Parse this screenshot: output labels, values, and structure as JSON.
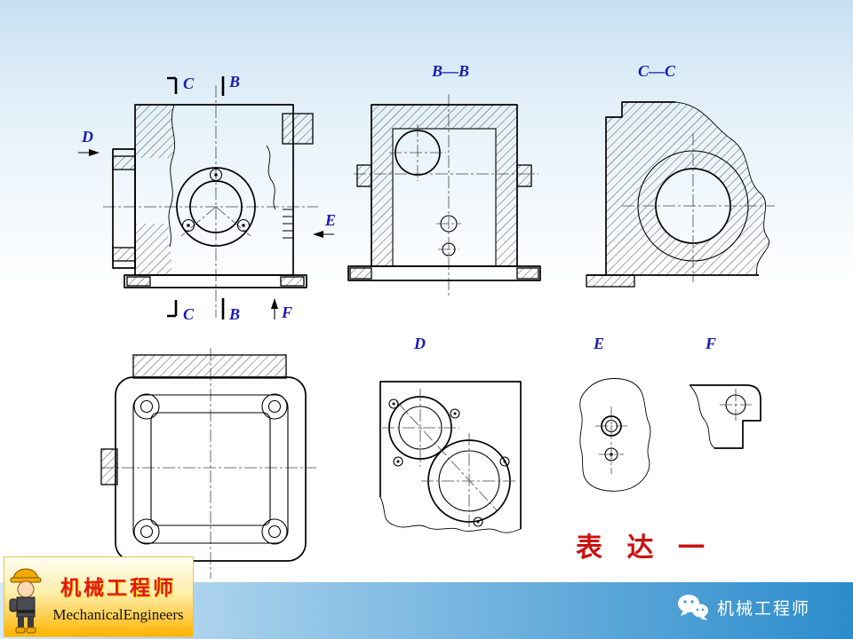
{
  "slide": {
    "caption": "表 达 一"
  },
  "labels": {
    "section_c_top": "C",
    "section_b_top": "B",
    "view_d_arrow": "D",
    "view_e_arrow": "E",
    "view_f_arrow": "F",
    "section_c_bottom": "C",
    "section_b_bottom": "B",
    "section_bb_title": "B—B",
    "section_cc_title": "C—C",
    "view_d_title": "D",
    "view_e_title": "E",
    "view_f_title": "F"
  },
  "logo": {
    "title": "机械工程师",
    "subtitle": "MechanicalEngineers"
  },
  "footer": {
    "brand": "机械工程师"
  },
  "colors": {
    "label_blue": "#1a1ab0",
    "caption_red": "#cc1111",
    "logo_red": "#e01818",
    "footer_blue": "#2b8ccc"
  }
}
